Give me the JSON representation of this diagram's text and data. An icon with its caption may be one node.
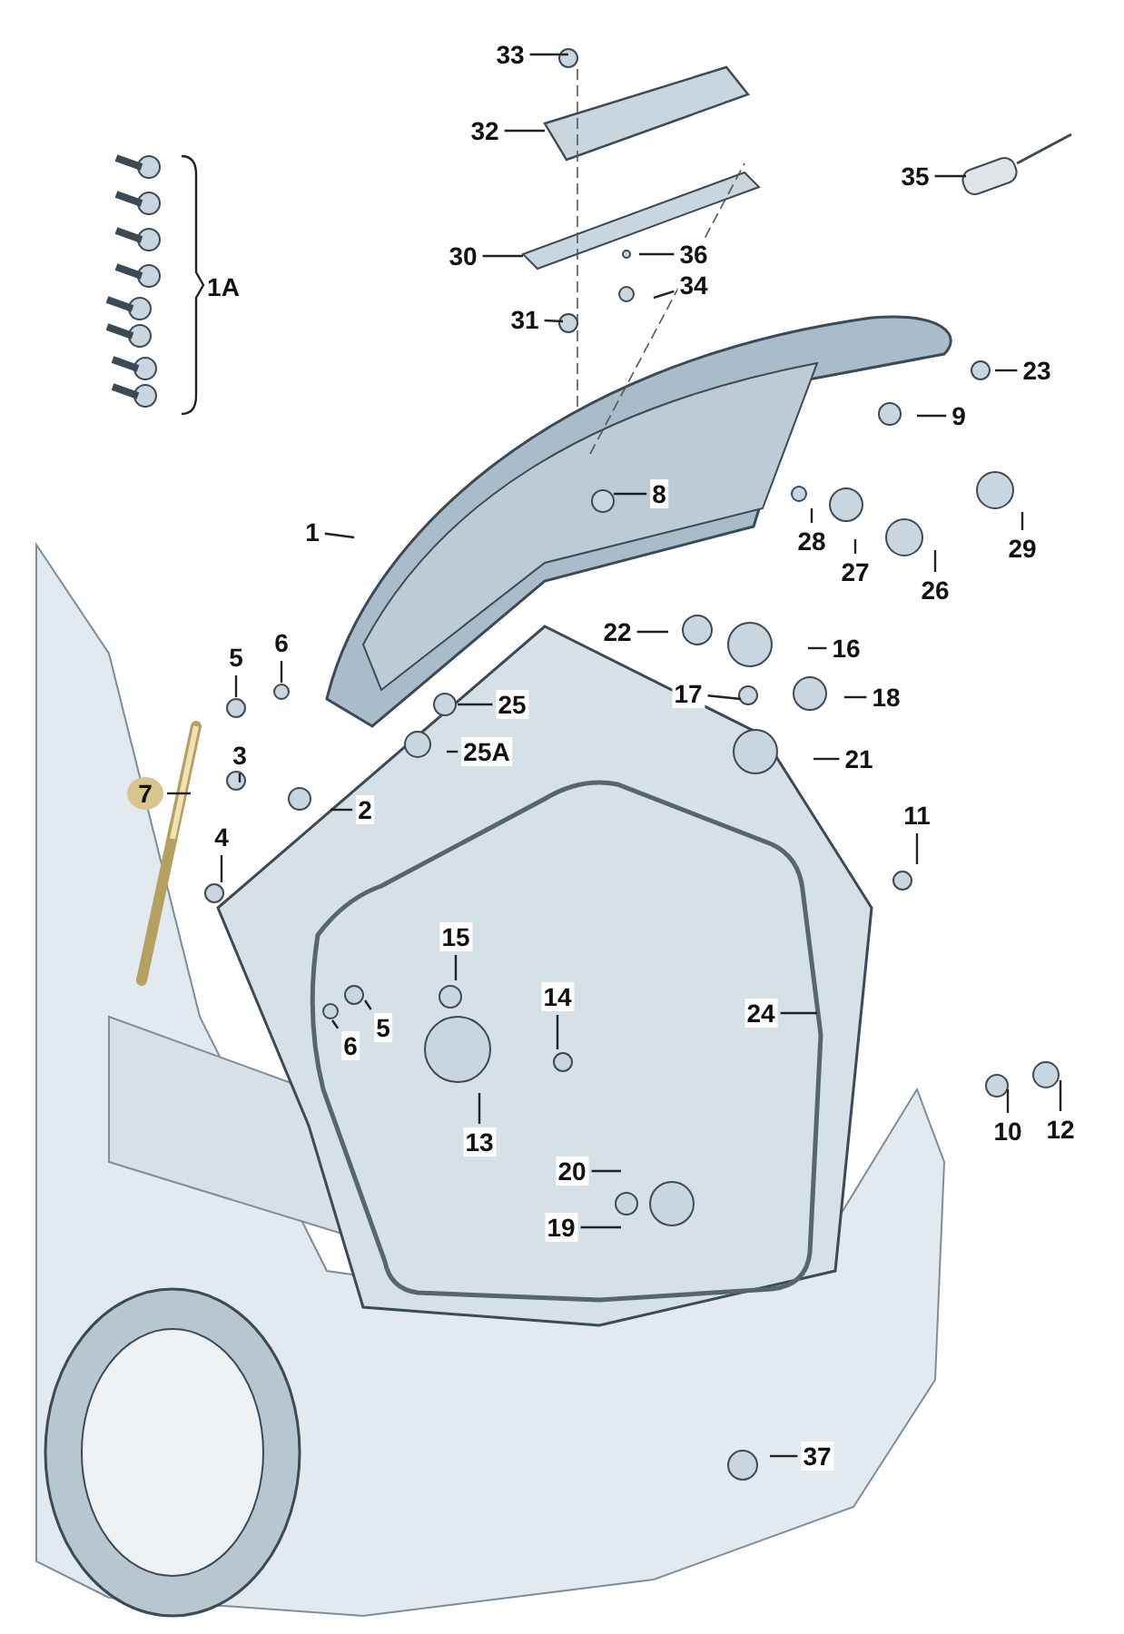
{
  "diagram": {
    "nodes": [
      {
        "text": [
          "33"
        ]
      },
      {
        "text": [
          "32"
        ]
      },
      {
        "text": [
          "35"
        ]
      },
      {
        "text": [
          "30"
        ]
      },
      {
        "text": [
          "36"
        ]
      },
      {
        "text": [
          "31"
        ]
      },
      {
        "text": [
          "34"
        ]
      },
      {
        "text": [
          "23"
        ]
      },
      {
        "text": [
          "9"
        ]
      },
      {
        "text": [
          "8"
        ]
      },
      {
        "text": [
          "1"
        ]
      },
      {
        "text": [
          "28"
        ]
      },
      {
        "text": [
          "29"
        ]
      },
      {
        "text": [
          "27"
        ]
      },
      {
        "text": [
          "26"
        ]
      },
      {
        "text": [
          "22"
        ]
      },
      {
        "text": [
          "16"
        ]
      },
      {
        "text": [
          "17"
        ]
      },
      {
        "text": [
          "18"
        ]
      },
      {
        "text": [
          "5"
        ]
      },
      {
        "text": [
          "6"
        ]
      },
      {
        "text": [
          "25"
        ]
      },
      {
        "text": [
          "25A"
        ]
      },
      {
        "text": [
          "3"
        ]
      },
      {
        "text": [
          "2"
        ]
      },
      {
        "text": [
          "21"
        ]
      },
      {
        "text": [
          "7"
        ]
      },
      {
        "text": [
          "4"
        ]
      },
      {
        "text": [
          "11"
        ]
      },
      {
        "text": [
          "15"
        ]
      },
      {
        "text": [
          "14"
        ]
      },
      {
        "text": [
          "24"
        ]
      },
      {
        "text": [
          "6"
        ]
      },
      {
        "text": [
          "5"
        ]
      },
      {
        "text": [
          "10"
        ]
      },
      {
        "text": [
          "12"
        ]
      },
      {
        "text": [
          "13"
        ]
      },
      {
        "text": [
          "20"
        ]
      },
      {
        "text": [
          "19"
        ]
      },
      {
        "text": [
          "37"
        ]
      }
    ],
    "edges": [
      {
        "from": 0,
        "to": null,
        "arrow": "none"
      },
      {
        "from": 1,
        "to": null,
        "arrow": "none"
      },
      {
        "from": 2,
        "to": null,
        "arrow": "none"
      },
      {
        "from": 3,
        "to": null,
        "arrow": "none"
      },
      {
        "from": 4,
        "to": null,
        "arrow": "none"
      },
      {
        "from": 5,
        "to": null,
        "arrow": "none"
      },
      {
        "from": 6,
        "to": null,
        "arrow": "none"
      },
      {
        "from": 7,
        "to": null,
        "arrow": "none"
      },
      {
        "from": 8,
        "to": null,
        "arrow": "none"
      },
      {
        "from": 9,
        "to": null,
        "arrow": "none"
      },
      {
        "from": 10,
        "to": null,
        "arrow": "none"
      },
      {
        "from": 11,
        "to": null,
        "arrow": "none"
      },
      {
        "from": 12,
        "to": null,
        "arrow": "none"
      },
      {
        "from": 13,
        "to": null,
        "arrow": "none"
      },
      {
        "from": 14,
        "to": null,
        "arrow": "none"
      },
      {
        "from": 15,
        "to": null,
        "arrow": "none"
      },
      {
        "from": 16,
        "to": null,
        "arrow": "none"
      },
      {
        "from": 17,
        "to": null,
        "arrow": "none"
      },
      {
        "from": 18,
        "to": null,
        "arrow": "none"
      },
      {
        "from": 19,
        "to": null,
        "arrow": "none"
      },
      {
        "from": 20,
        "to": null,
        "arrow": "none"
      },
      {
        "from": 21,
        "to": null,
        "arrow": "none"
      },
      {
        "from": 22,
        "to": null,
        "arrow": "none"
      },
      {
        "from": 23,
        "to": null,
        "arrow": "none"
      },
      {
        "from": 24,
        "to": null,
        "arrow": "none"
      },
      {
        "from": 25,
        "to": null,
        "arrow": "none"
      },
      {
        "from": 26,
        "to": null,
        "arrow": "none"
      },
      {
        "from": 27,
        "to": null,
        "arrow": "none"
      },
      {
        "from": 28,
        "to": null,
        "arrow": "none"
      },
      {
        "from": 29,
        "to": null,
        "arrow": "none"
      },
      {
        "from": 30,
        "to": null,
        "arrow": "none"
      },
      {
        "from": 31,
        "to": null,
        "arrow": "none"
      },
      {
        "from": 32,
        "to": null,
        "arrow": "none"
      },
      {
        "from": 33,
        "to": null,
        "arrow": "none"
      },
      {
        "from": 34,
        "to": null,
        "arrow": "none"
      },
      {
        "from": 35,
        "to": null,
        "arrow": "none"
      },
      {
        "from": 36,
        "to": null,
        "arrow": "none"
      },
      {
        "from": 37,
        "to": null,
        "arrow": "none"
      },
      {
        "from": 38,
        "to": null,
        "arrow": "none"
      },
      {
        "from": 39,
        "to": null,
        "arrow": "none"
      }
    ],
    "labels": [
      "1A"
    ]
  }
}
